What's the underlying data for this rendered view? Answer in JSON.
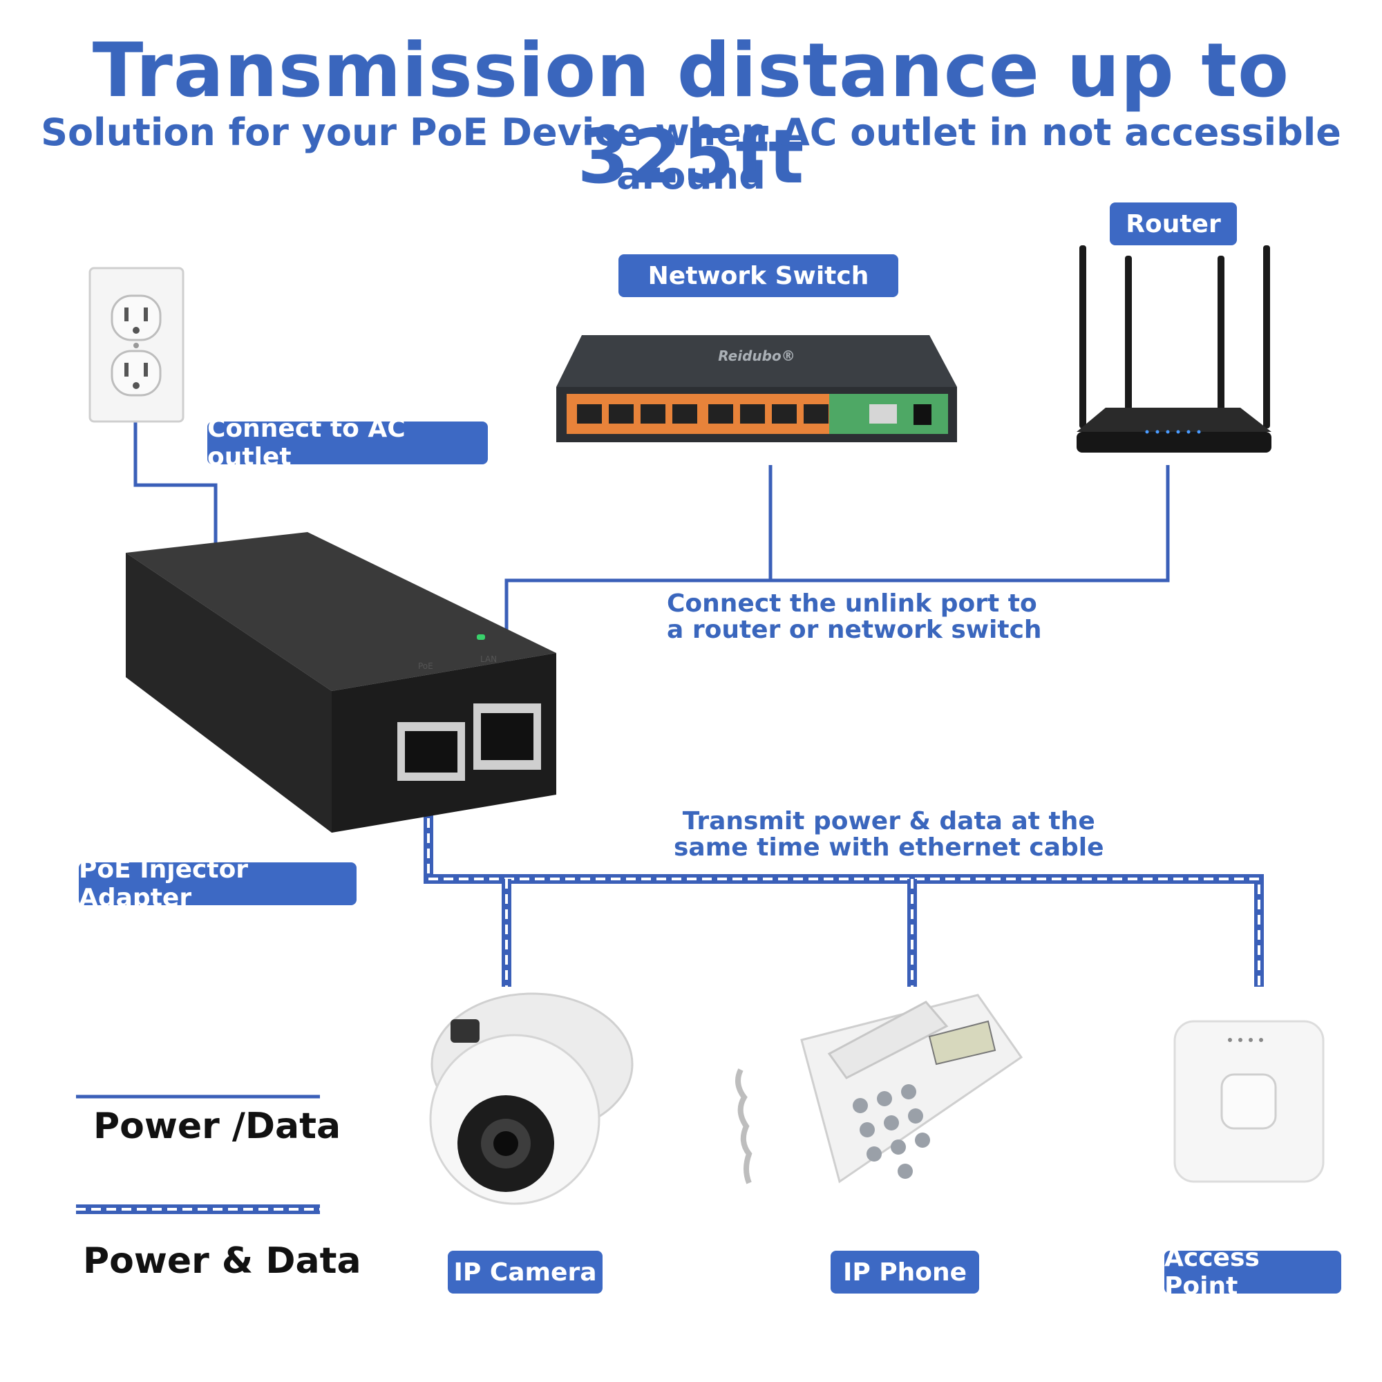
{
  "header": {
    "title": "Transmission distance up to 325ft",
    "subtitle": "Solution for your PoE Device when AC outlet in not accessible around"
  },
  "labels": {
    "router": "Router",
    "network_switch": "Network Switch",
    "ac_outlet": "Connect to AC outlet",
    "poe_injector": "PoE Injector Adapter",
    "ip_camera": "IP Camera",
    "ip_phone": "IP Phone",
    "access_point": "Access Point"
  },
  "notes": {
    "uplink_line1": "Connect the unlink port to",
    "uplink_line2": "a router or network switch",
    "transmit_line1": "Transmit power & data at the",
    "transmit_line2": "same time with ethernet cable"
  },
  "device_text": {
    "switch_brand": "Reidubo®",
    "port_poe": "PoE",
    "port_lan": "LAN"
  },
  "legend": {
    "solid": "Power /Data",
    "dashed": "Power & Data"
  },
  "colors": {
    "accent": "#3d69c4",
    "line": "#3a5fb8",
    "device_black": "#1e1e1e"
  }
}
